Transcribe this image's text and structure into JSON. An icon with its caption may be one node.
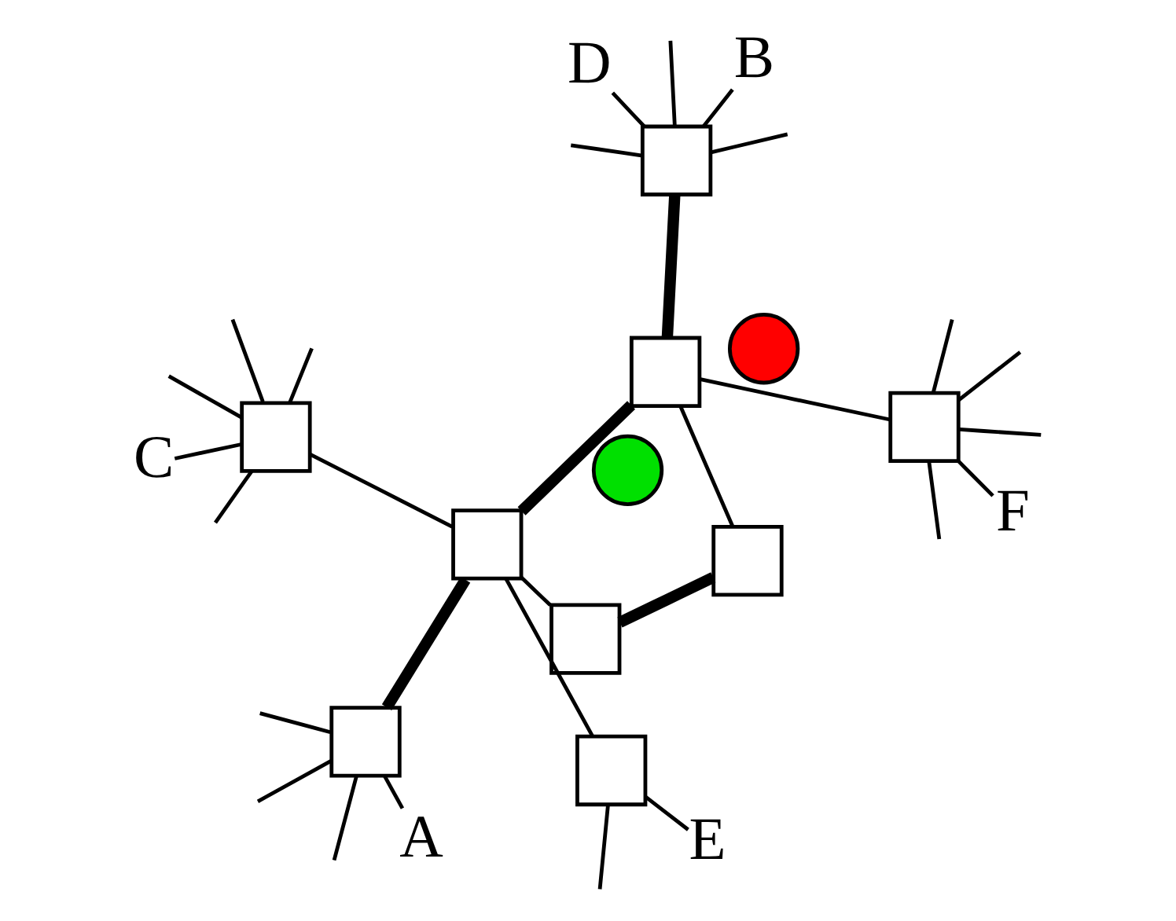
{
  "diagram": {
    "nodes": [
      {
        "text": [],
        "shape": "box"
      },
      {
        "text": [
          "A"
        ]
      },
      {
        "text": [],
        "shape": "box"
      },
      {
        "text": [
          "B"
        ]
      },
      {
        "text": [],
        "shape": "box"
      },
      {
        "text": [
          "C"
        ]
      },
      {
        "text": [],
        "shape": "box"
      },
      {
        "text": [],
        "shape": "circle"
      },
      {
        "text": [],
        "shape": "box"
      },
      {
        "text": [],
        "shape": "circle"
      },
      {
        "text": [],
        "shape": "box"
      },
      {
        "text": [
          "D"
        ]
      },
      {
        "text": [],
        "shape": "box"
      },
      {
        "text": [
          "E"
        ]
      },
      {
        "text": [],
        "shape": "box"
      },
      {
        "text": [
          "F"
        ]
      },
      {
        "text": [],
        "shape": "box"
      }
    ],
    "edges": [
      {
        "from": 0,
        "to": null,
        "arrow": "none"
      },
      {
        "from": 0,
        "to": null,
        "arrow": "none"
      },
      {
        "from": 0,
        "to": 1,
        "arrow": "none"
      },
      {
        "from": 0,
        "to": null,
        "arrow": "none"
      },
      {
        "from": 0,
        "to": 2,
        "arrow": "none",
        "style": "thick"
      },
      {
        "from": 2,
        "to": 8,
        "arrow": "none",
        "style": "thick"
      },
      {
        "from": 8,
        "to": 4,
        "arrow": "none",
        "style": "thick"
      },
      {
        "from": 2,
        "to": 6,
        "arrow": "none"
      },
      {
        "from": 2,
        "to": 16,
        "arrow": "none"
      },
      {
        "from": 2,
        "to": 10,
        "arrow": "none"
      },
      {
        "from": 10,
        "to": 12,
        "arrow": "none",
        "style": "thick"
      },
      {
        "from": 12,
        "to": 8,
        "arrow": "none"
      },
      {
        "from": 8,
        "to": 14,
        "arrow": "none"
      },
      {
        "from": 4,
        "to": null,
        "arrow": "none"
      },
      {
        "from": 4,
        "to": 3,
        "arrow": "none"
      },
      {
        "from": 4,
        "to": null,
        "arrow": "none"
      },
      {
        "from": 4,
        "to": null,
        "arrow": "none"
      },
      {
        "from": 4,
        "to": 11,
        "arrow": "none"
      },
      {
        "from": 6,
        "to": null,
        "arrow": "none"
      },
      {
        "from": 6,
        "to": null,
        "arrow": "none"
      },
      {
        "from": 6,
        "to": 5,
        "arrow": "none"
      },
      {
        "from": 6,
        "to": null,
        "arrow": "none"
      },
      {
        "from": 6,
        "to": null,
        "arrow": "none"
      },
      {
        "from": 16,
        "to": 13,
        "arrow": "none"
      },
      {
        "from": 16,
        "to": null,
        "arrow": "none"
      },
      {
        "from": 14,
        "to": null,
        "arrow": "none"
      },
      {
        "from": 14,
        "to": null,
        "arrow": "none"
      },
      {
        "from": 14,
        "to": 15,
        "arrow": "none"
      },
      {
        "from": 14,
        "to": null,
        "arrow": "none"
      },
      {
        "from": 14,
        "to": null,
        "arrow": "none"
      }
    ]
  }
}
